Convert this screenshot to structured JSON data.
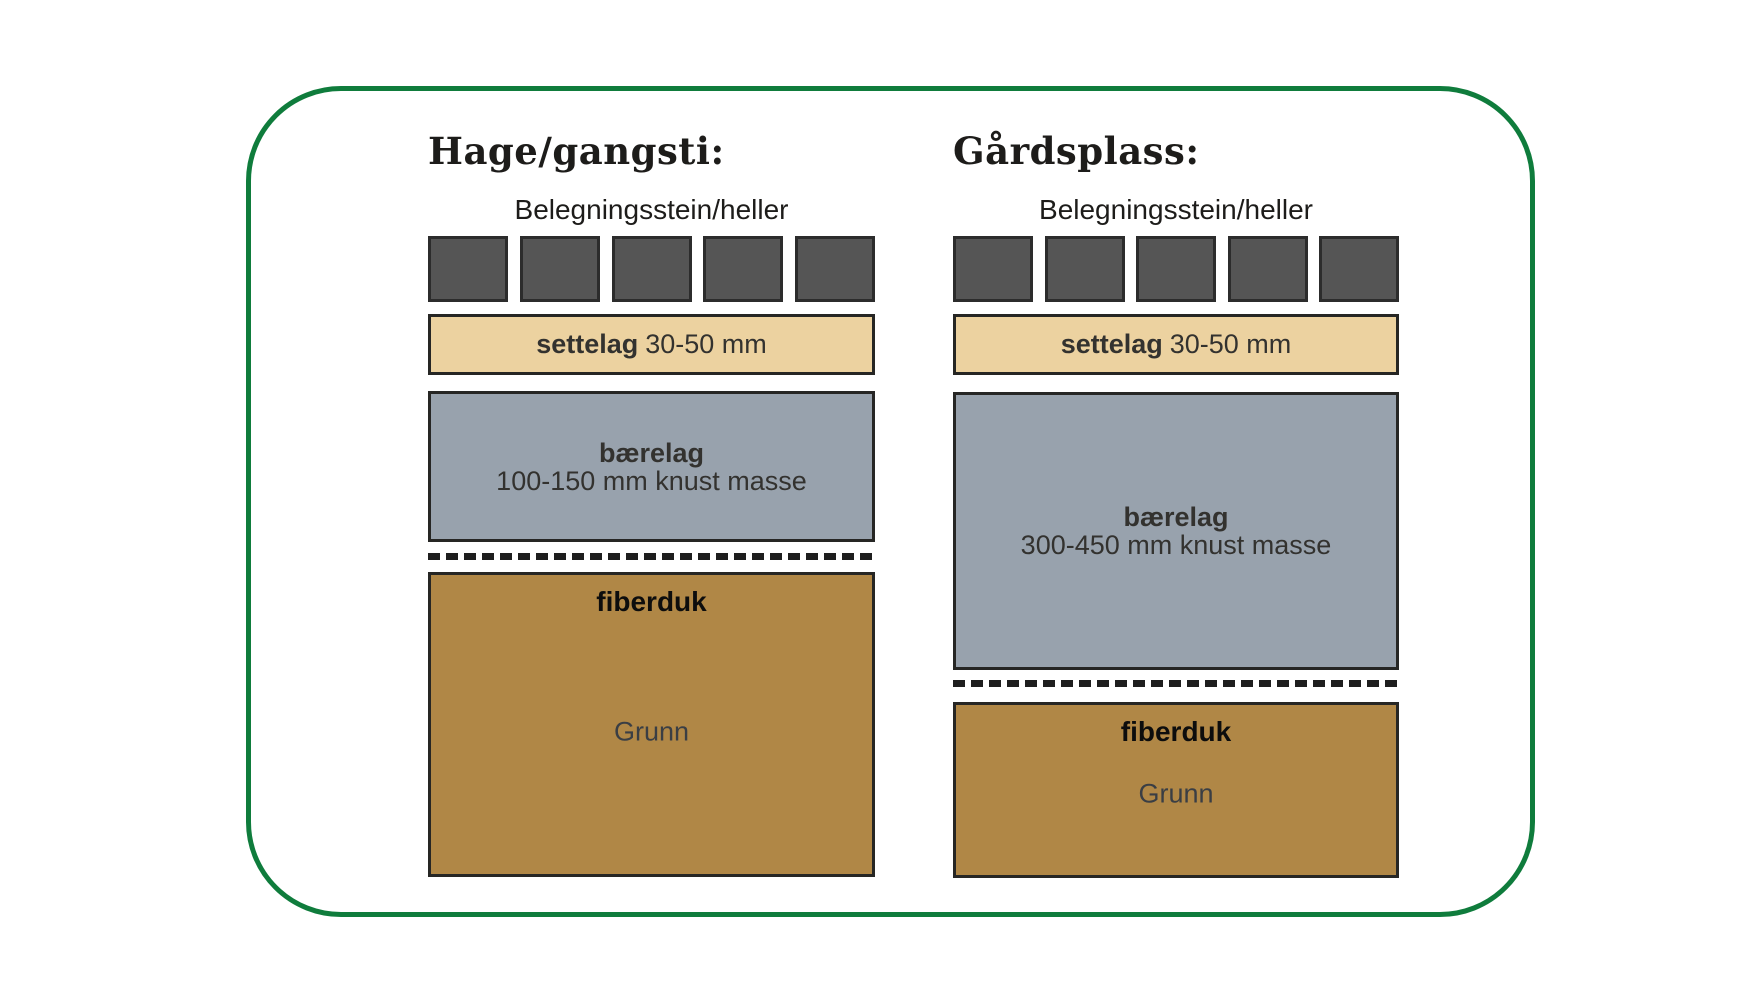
{
  "colors": {
    "frame_green": "#0f7c3c",
    "paver_fill": "#555555",
    "paver_border": "#2c2c2c",
    "settelag_fill": "#ecd2a0",
    "baerelag_fill": "#98a2ad",
    "grunn_fill": "#b08746",
    "box_border": "#262624",
    "dash": "#1e1e1e",
    "text_dark": "#1d1c1a",
    "text_body": "#33322f",
    "grunn_text": "#3a3e44"
  },
  "columns": [
    {
      "title": "Hage/gangsti:",
      "paver_label": "Belegningsstein/heller",
      "paver_count": 5,
      "settelag_bold": "settelag",
      "settelag_rest": "30-50 mm",
      "baerelag_bold": "bærelag",
      "baerelag_detail": "100-150 mm knust masse",
      "fiberduk_label": "fiberduk",
      "grunn_label": "Grunn"
    },
    {
      "title": "Gårdsplass:",
      "paver_label": "Belegningsstein/heller",
      "paver_count": 5,
      "settelag_bold": "settelag",
      "settelag_rest": "30-50 mm",
      "baerelag_bold": "bærelag",
      "baerelag_detail": "300-450 mm knust masse",
      "fiberduk_label": "fiberduk",
      "grunn_label": "Grunn"
    }
  ]
}
